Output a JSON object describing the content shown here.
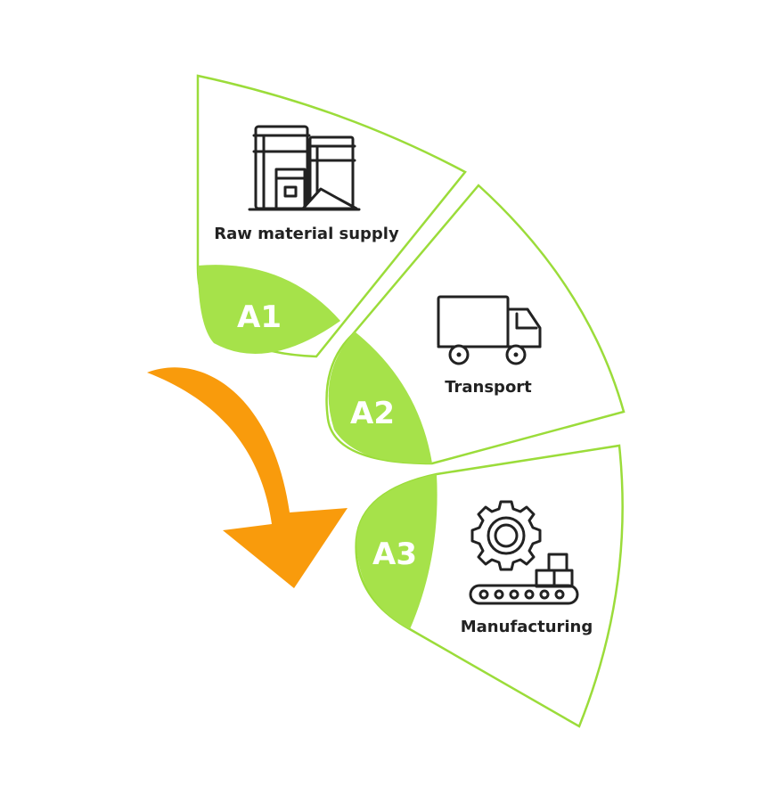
{
  "stages": [
    {
      "code": "A1",
      "label": "Raw material supply",
      "icon": "factory-tanks-icon"
    },
    {
      "code": "A2",
      "label": "Transport",
      "icon": "truck-icon"
    },
    {
      "code": "A3",
      "label": "Manufacturing",
      "icon": "gear-conveyor-icon"
    }
  ],
  "colors": {
    "segment_outline": "#9bdc3a",
    "badge_fill": "#a6e24a",
    "arrow": "#f99b0c",
    "icon": "#222222",
    "label_text": "#222222",
    "code_text": "#ffffff"
  },
  "flow_arrow": "curved-down-right-arrow"
}
